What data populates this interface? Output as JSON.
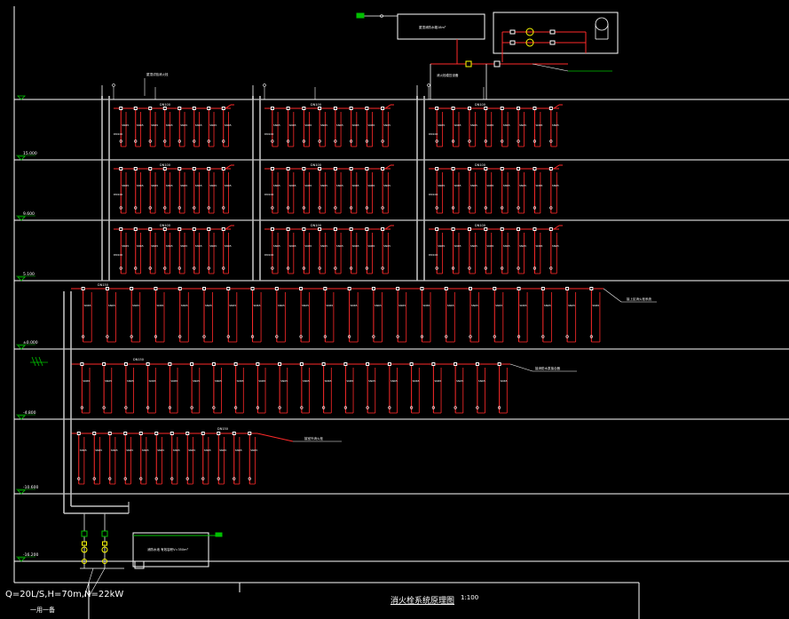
{
  "drawing": {
    "title": "消火栓系统原理图",
    "scale": "1:100",
    "design_params": "Q=20L/S,H=70m,N=22kW",
    "caption_sub": "一用一备"
  },
  "colors": {
    "background": "#000000",
    "pipe": "#ff2a2a",
    "riser": "#bfbfbf",
    "floor_line": "#ffffff",
    "valve": "#ffffff",
    "pump": "#ffff00",
    "flag": "#00c000"
  },
  "levels": [
    {
      "label": ""
    },
    {
      "label": "15.000"
    },
    {
      "label": "9.600"
    },
    {
      "label": "5.100"
    },
    {
      "label": "±0.000"
    },
    {
      "label": "-4.800"
    },
    {
      "label": "-10.600"
    },
    {
      "label": "-16.200"
    }
  ],
  "pipe_labels": [
    {
      "text": "DN100"
    },
    {
      "text": "DN150"
    }
  ],
  "icons": [
    "gate-valve-icon",
    "check-valve-icon",
    "hydrant-cabinet-icon",
    "pump-icon",
    "pressure-tank-icon",
    "level-mark-icon"
  ]
}
